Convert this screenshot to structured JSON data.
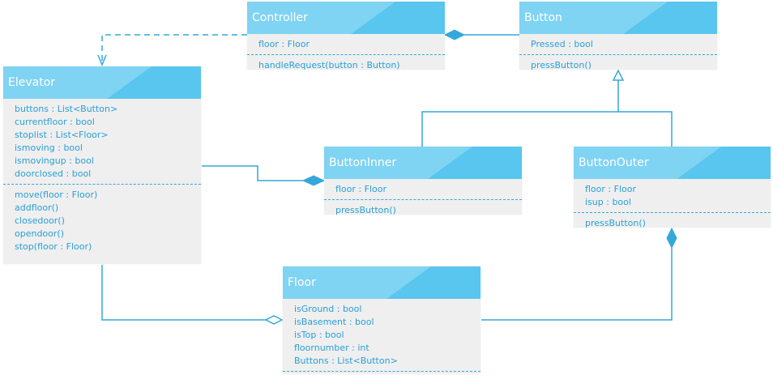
{
  "classes": {
    "controller": {
      "name": "Controller",
      "attributes": [
        "floor : Floor"
      ],
      "operations": [
        "handleRequest(button : Button)"
      ]
    },
    "button": {
      "name": "Button",
      "attributes": [
        "Pressed : bool"
      ],
      "operations": [
        "pressButton()"
      ]
    },
    "elevator": {
      "name": "Elevator",
      "attributes": [
        "buttons : List<Button>",
        "currentfloor : bool",
        "stoplist : List<Floor>",
        "ismoving : bool",
        "ismovingup : bool",
        "doorclosed : bool"
      ],
      "operations": [
        "move(floor : Floor)",
        "addfloor()",
        "closedoor()",
        "opendoor()",
        "stop(floor : Floor)"
      ]
    },
    "button_inner": {
      "name": "ButtonInner",
      "attributes": [
        "floor : Floor"
      ],
      "operations": [
        "pressButton()"
      ]
    },
    "button_outer": {
      "name": "ButtonOuter",
      "attributes": [
        "floor : Floor",
        "isup : bool"
      ],
      "operations": [
        "pressButton()"
      ]
    },
    "floor": {
      "name": "Floor",
      "attributes": [
        "isGround : bool",
        "isBasement : bool",
        "isTop : bool",
        "floornumber  : int",
        "Buttons : List<Button>"
      ],
      "operations": []
    }
  },
  "relations": [
    {
      "type": "dependency",
      "from": "Controller",
      "to": "Elevator"
    },
    {
      "type": "composition",
      "whole": "Controller",
      "part": "Button"
    },
    {
      "type": "generalization",
      "child": "ButtonInner",
      "parent": "Button"
    },
    {
      "type": "generalization",
      "child": "ButtonOuter",
      "parent": "Button"
    },
    {
      "type": "composition",
      "whole": "ButtonInner",
      "part": "Elevator"
    },
    {
      "type": "composition",
      "whole": "ButtonOuter",
      "part": "Floor"
    },
    {
      "type": "aggregation",
      "whole": "Floor",
      "part": "Elevator"
    }
  ],
  "colors": {
    "header": "#58c6ee",
    "header_light": "#7fd3f3",
    "body": "#efefef",
    "text": "#2a9fd6",
    "line": "#35a8d9"
  }
}
